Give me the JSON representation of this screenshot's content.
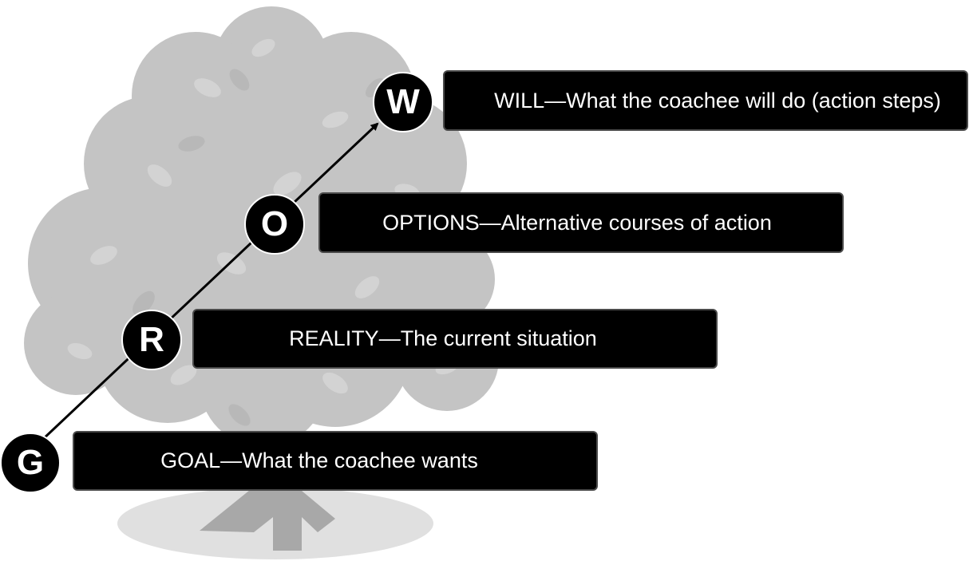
{
  "steps": [
    {
      "letter": "G",
      "label": "GOAL—What the coachee wants"
    },
    {
      "letter": "R",
      "label": "REALITY—The current situation"
    },
    {
      "letter": "O",
      "label": "OPTIONS—Alternative courses of action"
    },
    {
      "letter": "W",
      "label": "WILL—What the coachee will do (action steps)"
    }
  ],
  "colors": {
    "box_fill": "#000000",
    "text": "#ffffff",
    "tree_foliage": "#c4c4c4",
    "tree_trunk": "#a8a8a8",
    "ground_shadow": "#e0e0e0",
    "arrow": "#000000"
  },
  "icons": {
    "background": "tree-icon",
    "progression": "arrow-icon"
  }
}
